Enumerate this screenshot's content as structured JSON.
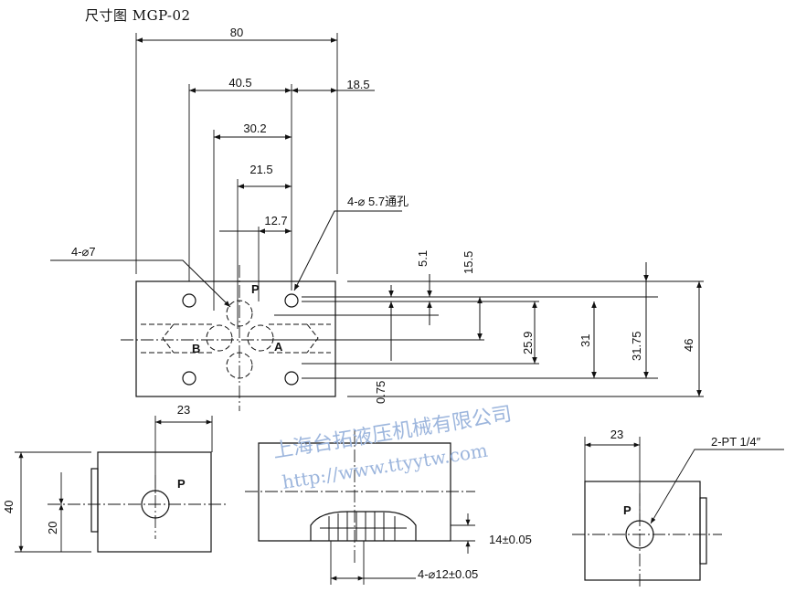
{
  "title": "尺寸图 MGP-02",
  "top_view": {
    "dims_horizontal": [
      "80",
      "40.5",
      "18.5",
      "30.2",
      "21.5",
      "12.7"
    ],
    "dims_vertical": [
      "5.1",
      "15.5",
      "25.9",
      "31",
      "31.75",
      "46",
      "0.75"
    ],
    "callout_holes_left": "4-⌀7",
    "callout_holes_right": "4-⌀ 5.7通孔",
    "port_labels": {
      "p": "P",
      "a": "A",
      "b": "B"
    }
  },
  "left_view": {
    "width_dim": "23",
    "height_dim": "40",
    "center_dim": "20",
    "port_label": "P"
  },
  "front_view": {
    "depth_dim": "14±0.05",
    "hole_dim": "4-⌀12±0.05"
  },
  "right_view": {
    "width_dim": "23",
    "thread_callout": "2-PT 1/4″",
    "port_label": "P"
  },
  "watermark": {
    "company": "上海台拓液压机械有限公司",
    "url": "http://www.ttyytw.com"
  },
  "colors": {
    "line": "#111111",
    "watermark": "#9db6dd"
  }
}
